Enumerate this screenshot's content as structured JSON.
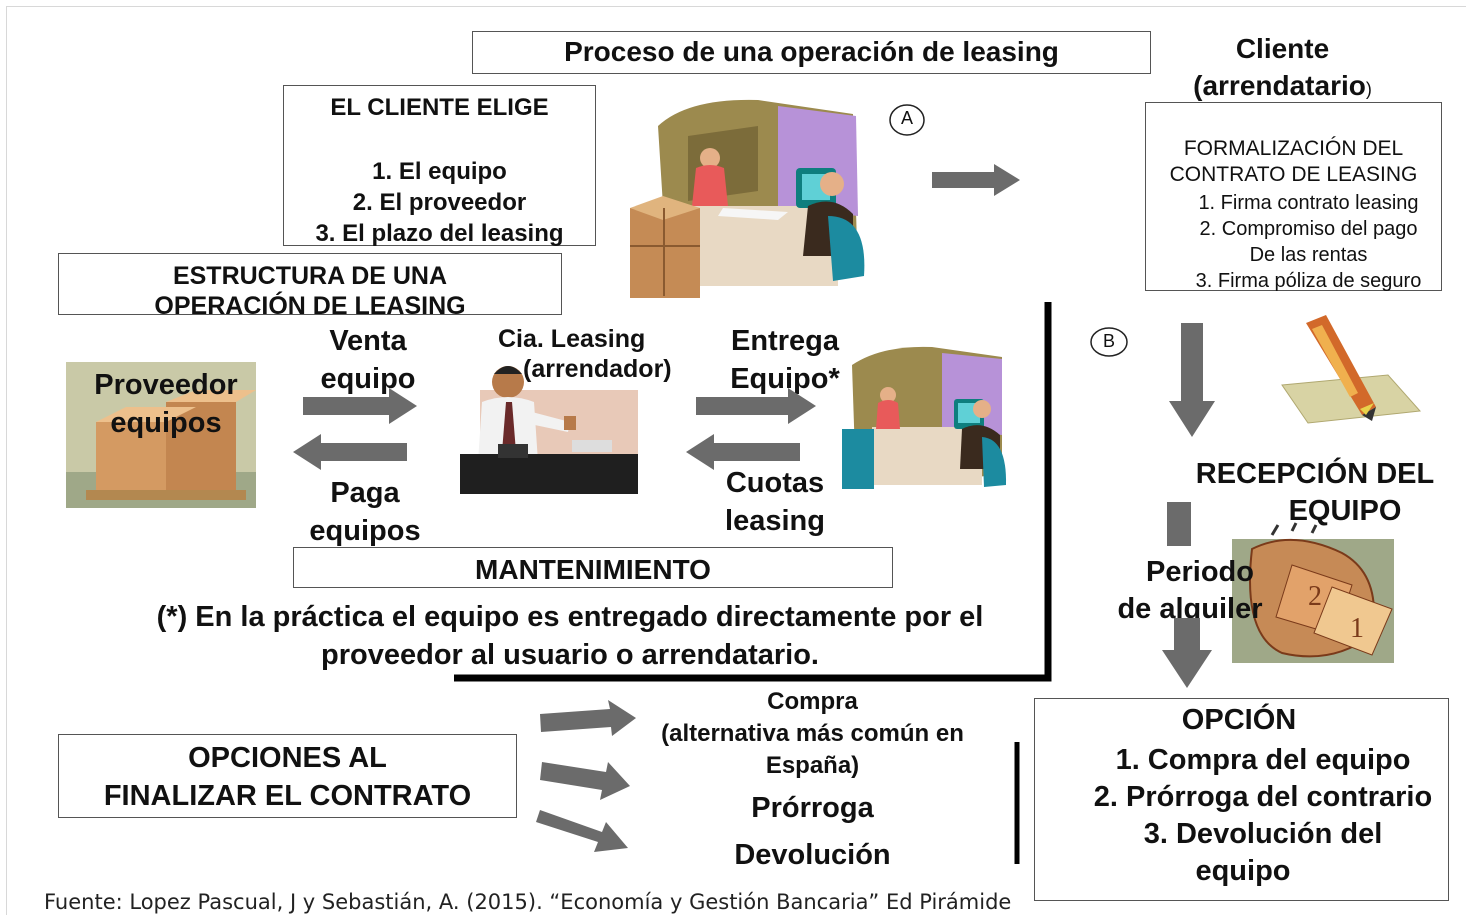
{
  "title": "Proceso de una operación de leasing",
  "cliente": {
    "line1": "Cliente",
    "line2": "(arrendatario",
    "paren": ")"
  },
  "elige": {
    "heading": "EL CLIENTE ELIGE",
    "items": [
      "1. El equipo",
      "2. El proveedor",
      "3. El plazo del leasing"
    ]
  },
  "marker_a": "A",
  "marker_b": "B",
  "estructura": {
    "line1": "ESTRUCTURA DE UNA",
    "line2": "OPERACIÓN DE LEASING"
  },
  "formalizacion": {
    "line1": "FORMALIZACIÓN DEL",
    "line2": "CONTRATO DE LEASING",
    "items": [
      "1. Firma contrato leasing",
      "2. Compromiso del pago",
      "De las rentas",
      "3. Firma póliza de seguro"
    ]
  },
  "proveedor": {
    "line1": "Proveedor",
    "line2": "equipos"
  },
  "venta": {
    "line1": "Venta",
    "line2": "equipo"
  },
  "paga": {
    "line1": "Paga",
    "line2": "equipos"
  },
  "cia": {
    "line1": "Cia. Leasing",
    "line2": "(arrendador)"
  },
  "entrega": {
    "line1": "Entrega",
    "line2": "Equipo*"
  },
  "cuotas": {
    "line1": "Cuotas",
    "line2": "leasing"
  },
  "recepcion": {
    "line1": "RECEPCIÓN DEL",
    "line2": "EQUIPO"
  },
  "periodo": {
    "line1": "Periodo",
    "line2": "de alquiler"
  },
  "mantenimiento": "MANTENIMIENTO",
  "nota": {
    "line1": "(*) En la práctica el equipo es entregado directamente por el",
    "line2": "proveedor al usuario o arrendatario."
  },
  "opciones_fin": {
    "line1": "OPCIONES AL",
    "line2": "FINALIZAR EL CONTRATO"
  },
  "compra": {
    "line1": "Compra",
    "line2": "(alternativa más común en",
    "line3": "España)"
  },
  "prorroga": "Prórroga",
  "devolucion": "Devolución",
  "opcion": {
    "heading": "OPCIÓN",
    "items": [
      "1. Compra del equipo",
      "2. Prórroga del contrario",
      "3. Devolución del",
      "equipo"
    ]
  },
  "fuente": "Fuente: Lopez Pascual, J y Sebastián, A. (2015). “Economía y Gestión Bancaria” Ed Pirámide",
  "colors": {
    "arrow": "#6b6b6b",
    "box_border": "#555555",
    "text": "#111111"
  }
}
